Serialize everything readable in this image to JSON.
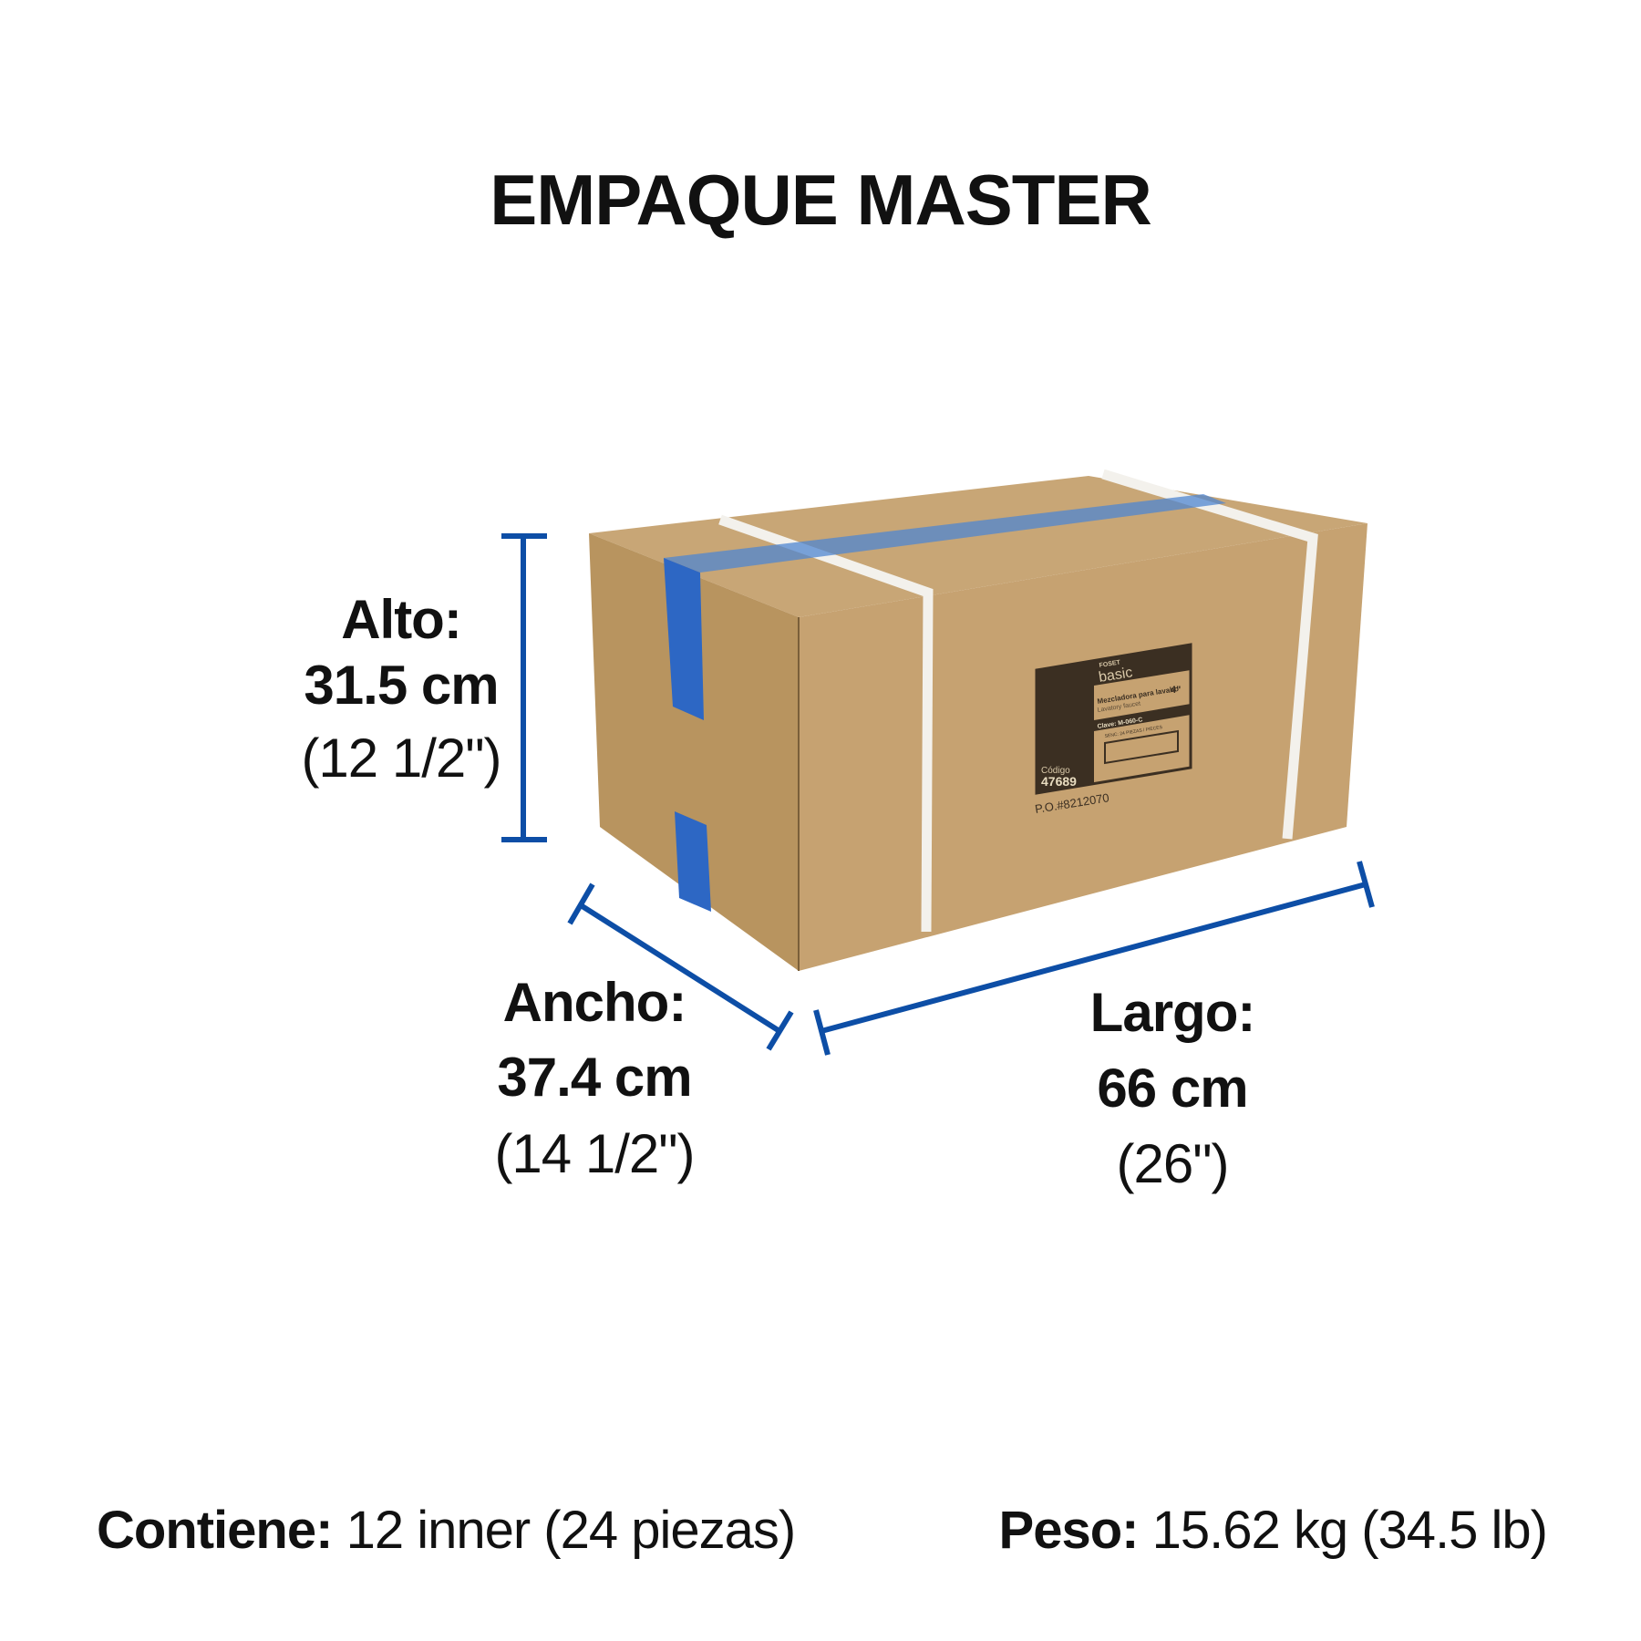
{
  "title": "EMPAQUE MASTER",
  "dimensions": {
    "alto": {
      "label": "Alto:",
      "metric": "31.5 cm",
      "imperial": "(12 1/2\")"
    },
    "ancho": {
      "label": "Ancho:",
      "metric": "37.4 cm",
      "imperial": "(14 1/2\")"
    },
    "largo": {
      "label": "Largo:",
      "metric": "66 cm",
      "imperial": "(26\")"
    }
  },
  "box_label": {
    "brand": "FOSET",
    "line": "basic",
    "product_es": "Mezcladora para lavabo",
    "product_en": "Lavatory faucet",
    "size": "4\"",
    "clave": "Clave: M-060-C",
    "contents": "SENC: 24 PIEZAS / PIECES",
    "codigo_label": "Código",
    "codigo": "47689",
    "po": "P.O.#8212070"
  },
  "footer": {
    "contains_label": "Contiene:",
    "contains_value": "12 inner (24 piezas)",
    "weight_label": "Peso:",
    "weight_value": "15.62 kg (34.5 lb)"
  },
  "colors": {
    "accent": "#0d4ea6",
    "cardboard": "#c4a274",
    "text": "#111111"
  }
}
